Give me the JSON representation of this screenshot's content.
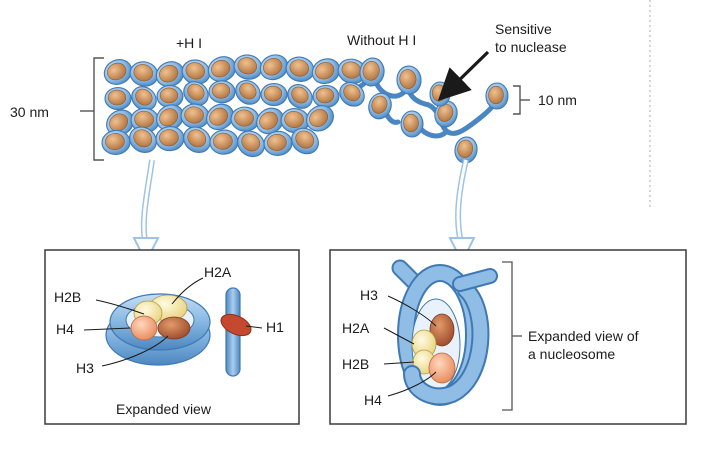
{
  "labels": {
    "plus_h1": "+H I",
    "without_h1": "Without  H I",
    "sensitive": "Sensitive",
    "to_nuclease": "to nuclease",
    "ten_nm": "10 nm",
    "thirty_nm": "30 nm"
  },
  "left_panel": {
    "h2a": "H2A",
    "h2b": "H2B",
    "h4": "H4",
    "h3": "H3",
    "h1": "H1",
    "caption": "Expanded view"
  },
  "right_panel": {
    "h3": "H3",
    "h2a": "H2A",
    "h2b": "H2B",
    "h4": "H4",
    "caption_line1": "Expanded view of",
    "caption_line2": "a nucleosome"
  },
  "colors": {
    "dna_blue": "#7fb4e2",
    "dna_stroke": "#3f79b4",
    "core_orange": "#c98a55",
    "h1_red": "#c5492f",
    "h2_cream": "#f4e6a6",
    "h4_peach": "#f3b08a"
  }
}
